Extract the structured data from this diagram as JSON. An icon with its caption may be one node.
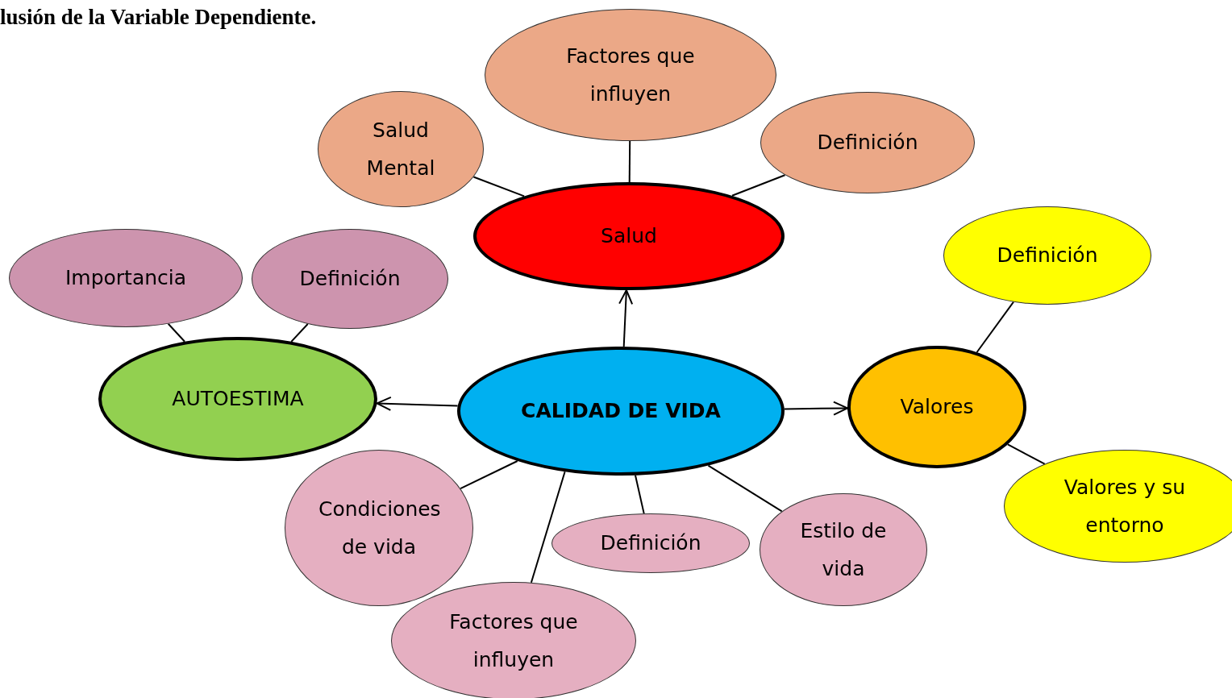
{
  "diagram": {
    "title": "lusión de la Variable Dependiente.",
    "nodes": [
      {
        "text": [
          "Factores que influyen"
        ]
      },
      {
        "text": [
          "Salud Mental"
        ]
      },
      {
        "text": [
          "Definición"
        ]
      },
      {
        "text": [
          "Salud"
        ]
      },
      {
        "text": [
          "Importancia"
        ]
      },
      {
        "text": [
          "Definición"
        ]
      },
      {
        "text": [
          "Definición"
        ]
      },
      {
        "text": [
          "AUTOESTIMA"
        ]
      },
      {
        "text": [
          "CALIDAD DE VIDA"
        ]
      },
      {
        "text": [
          "Valores"
        ]
      },
      {
        "text": [
          "Condiciones de vida"
        ]
      },
      {
        "text": [
          "Definición"
        ]
      },
      {
        "text": [
          "Estilo de vida"
        ]
      },
      {
        "text": [
          "Valores y su entorno"
        ]
      },
      {
        "text": [
          "Factores que influyen"
        ]
      }
    ],
    "edges": [
      {
        "from": 8,
        "to": 3,
        "arrow": "to"
      },
      {
        "from": 8,
        "to": 7,
        "arrow": "to"
      },
      {
        "from": 8,
        "to": 9,
        "arrow": "to"
      },
      {
        "from": 3,
        "to": 0,
        "arrow": "none"
      },
      {
        "from": 3,
        "to": 1,
        "arrow": "none"
      },
      {
        "from": 3,
        "to": 2,
        "arrow": "none"
      },
      {
        "from": 7,
        "to": 4,
        "arrow": "none"
      },
      {
        "from": 7,
        "to": 5,
        "arrow": "none"
      },
      {
        "from": 9,
        "to": 6,
        "arrow": "none"
      },
      {
        "from": 9,
        "to": 13,
        "arrow": "none"
      },
      {
        "from": 8,
        "to": 10,
        "arrow": "none"
      },
      {
        "from": 8,
        "to": 11,
        "arrow": "none"
      },
      {
        "from": 8,
        "to": 12,
        "arrow": "none"
      },
      {
        "from": 8,
        "to": 14,
        "arrow": "none"
      }
    ]
  }
}
